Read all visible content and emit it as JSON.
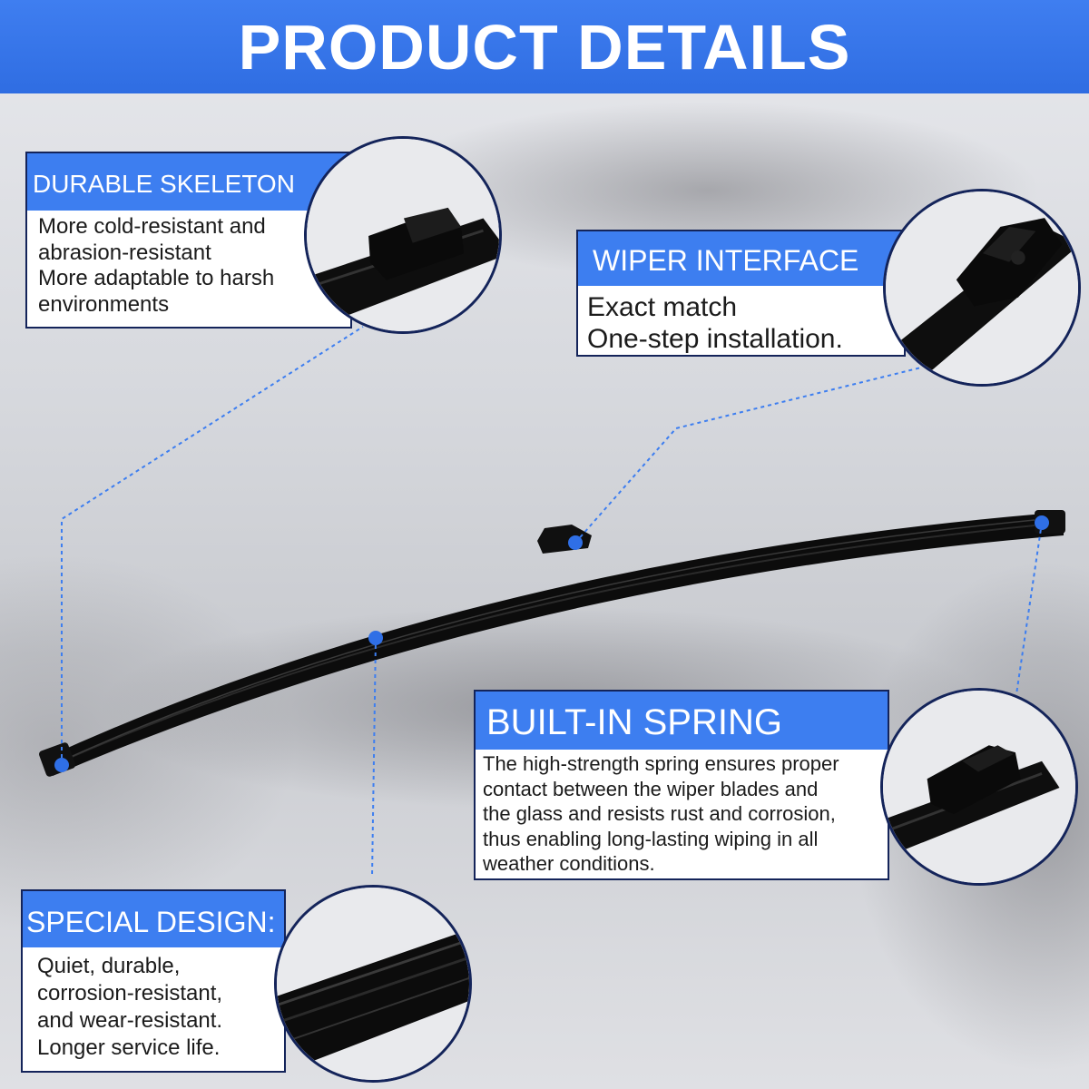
{
  "header": {
    "title": "PRODUCT DETAILS"
  },
  "callouts": {
    "skeleton": {
      "title": "DURABLE SKELETON",
      "text": "More cold-resistant and\nabrasion-resistant\nMore adaptable to harsh\nenvironments"
    },
    "interface": {
      "title": "WIPER INTERFACE",
      "text": "Exact match\nOne-step installation."
    },
    "spring": {
      "title": "BUILT-IN SPRING",
      "text": "The high-strength spring ensures proper\ncontact between the wiper blades and\nthe glass and resists rust and corrosion,\nthus enabling long-lasting wiping in all\nweather conditions."
    },
    "design": {
      "title": "SPECIAL DESIGN:",
      "text": "Quiet, durable,\ncorrosion-resistant,\nand wear-resistant.\nLonger service life."
    }
  },
  "colors": {
    "accent": "#3d7ef0",
    "border": "#14245a",
    "marker": "#2f6fe6"
  },
  "icons": {
    "skeleton_zoom": "blade-end-cap-icon",
    "interface_zoom": "blade-connector-icon",
    "spring_zoom": "blade-end-cap-icon",
    "design_zoom": "blade-rubber-strip-icon"
  }
}
